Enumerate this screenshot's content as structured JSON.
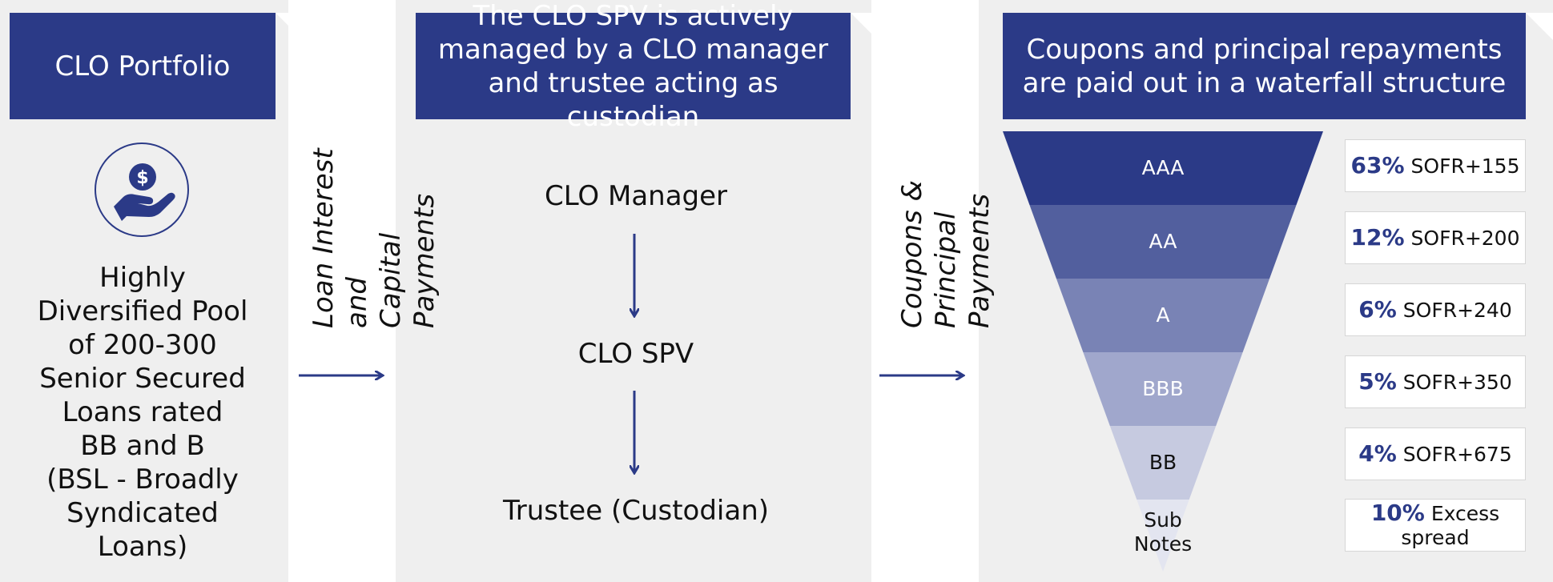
{
  "portfolio": {
    "header": "CLO Portfolio",
    "description": "Highly\nDiversified Pool\nof 200-300\nSenior Secured\nLoans rated\nBB and B\n(BSL - Broadly\nSyndicated\nLoans)",
    "icon": "hand-holding-dollar-icon"
  },
  "flow1": {
    "label": "Loan Interest and\nCapital Payments"
  },
  "spv": {
    "header": "The CLO SPV is actively\nmanaged by a CLO manager\nand trustee acting as custodian",
    "nodes": [
      "CLO Manager",
      "CLO SPV",
      "Trustee (Custodian)"
    ]
  },
  "flow2": {
    "label": "Coupons &\nPrincipal Payments"
  },
  "waterfall": {
    "header": "Coupons and principal repayments\nare paid out in a waterfall structure",
    "tranches": [
      {
        "name": "AAA",
        "pct": "63%",
        "spread": "SOFR+155",
        "color": "#2b3a87"
      },
      {
        "name": "AA",
        "pct": "12%",
        "spread": "SOFR+200",
        "color": "#525f9e"
      },
      {
        "name": "A",
        "pct": "6%",
        "spread": "SOFR+240",
        "color": "#7983b5"
      },
      {
        "name": "BBB",
        "pct": "5%",
        "spread": "SOFR+350",
        "color": "#a0a7cc"
      },
      {
        "name": "BB",
        "pct": "4%",
        "spread": "SOFR+675",
        "color": "#c6cae0"
      },
      {
        "name": "Sub\nNotes",
        "pct": "10%",
        "spread": "Excess\nspread",
        "color": "#e3e5f0"
      }
    ]
  }
}
